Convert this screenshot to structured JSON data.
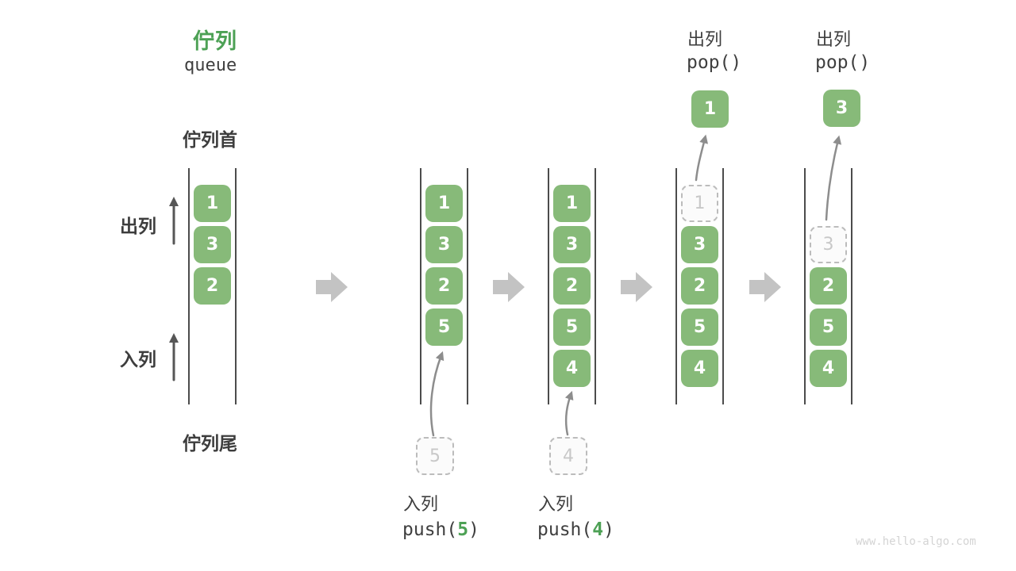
{
  "title": {
    "zh": "佇列",
    "en": "queue"
  },
  "side_labels": {
    "front": "佇列首",
    "rear": "佇列尾",
    "dequeue": "出列",
    "enqueue": "入列"
  },
  "columns": [
    {
      "cells": [
        {
          "v": "1"
        },
        {
          "v": "3"
        },
        {
          "v": "2"
        }
      ]
    },
    {
      "cells": [
        {
          "v": "1"
        },
        {
          "v": "3"
        },
        {
          "v": "2"
        },
        {
          "v": "5"
        }
      ]
    },
    {
      "cells": [
        {
          "v": "1"
        },
        {
          "v": "3"
        },
        {
          "v": "2"
        },
        {
          "v": "5"
        },
        {
          "v": "4"
        }
      ]
    },
    {
      "cells": [
        {
          "v": "1",
          "ghost": true
        },
        {
          "v": "3"
        },
        {
          "v": "2"
        },
        {
          "v": "5"
        },
        {
          "v": "4"
        }
      ]
    },
    {
      "cells": [
        {
          "v": "3",
          "ghost": true
        },
        {
          "v": "2"
        },
        {
          "v": "5"
        },
        {
          "v": "4"
        }
      ]
    }
  ],
  "push_annotations": [
    {
      "label": "入列",
      "fn_open": "push(",
      "arg": "5",
      "fn_close": ")",
      "ghost_value": "5"
    },
    {
      "label": "入列",
      "fn_open": "push(",
      "arg": "4",
      "fn_close": ")",
      "ghost_value": "4"
    }
  ],
  "pop_annotations": [
    {
      "label": "出列",
      "fn": "pop()",
      "popped_value": "1"
    },
    {
      "label": "出列",
      "fn": "pop()",
      "popped_value": "3"
    }
  ],
  "watermark": "www.hello-algo.com",
  "colors": {
    "box_green": "#87ba79",
    "title_green": "#4da155",
    "arg_green": "#4da155",
    "column_line": "#4c4c4c",
    "curved_arrow": "#8d8d8d",
    "straight_arrow": "#565656",
    "block_arrow": "#c3c3c3",
    "ghost_border": "#bcbcbc",
    "ghost_text": "#c8c8c8",
    "text_dark": "#3f3f3f",
    "watermark_gray": "#d4d4d4"
  }
}
